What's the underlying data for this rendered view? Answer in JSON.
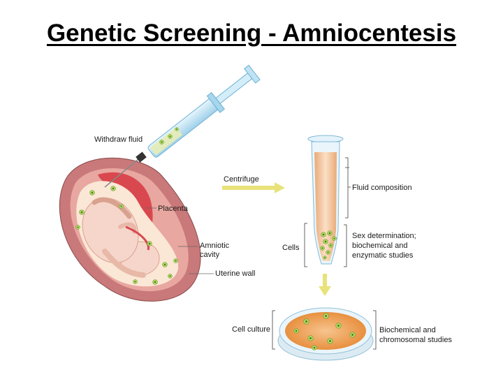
{
  "title": "Genetic Screening - Amniocentesis",
  "labels": {
    "withdraw_fluid": "Withdraw fluid",
    "centrifuge": "Centrifuge",
    "placenta": "Placenta",
    "amniotic_cavity_line1": "Amniotic",
    "amniotic_cavity_line2": "cavity",
    "uterine_wall": "Uterine wall",
    "fluid_composition": "Fluid composition",
    "cells": "Cells",
    "sex_determination_line1": "Sex determination;",
    "sex_determination_line2": "biochemical and",
    "sex_determination_line3": "enzymatic studies",
    "cell_culture": "Cell culture",
    "biochemical_line1": "Biochemical and",
    "biochemical_line2": "chromosomal studies"
  },
  "colors": {
    "uterus_outer": "#c9797a",
    "uterus_inner": "#e8a7a0",
    "placenta": "#d9484e",
    "amniotic_fluid": "#fbe7d6",
    "fetus": "#f6d6cb",
    "syringe": "#bfe3f3",
    "tube_fluid": "#f8cfa8",
    "cell_green": "#8fc63f",
    "dish_medium": "#f2a45a",
    "arrow": "#e8e27a"
  }
}
